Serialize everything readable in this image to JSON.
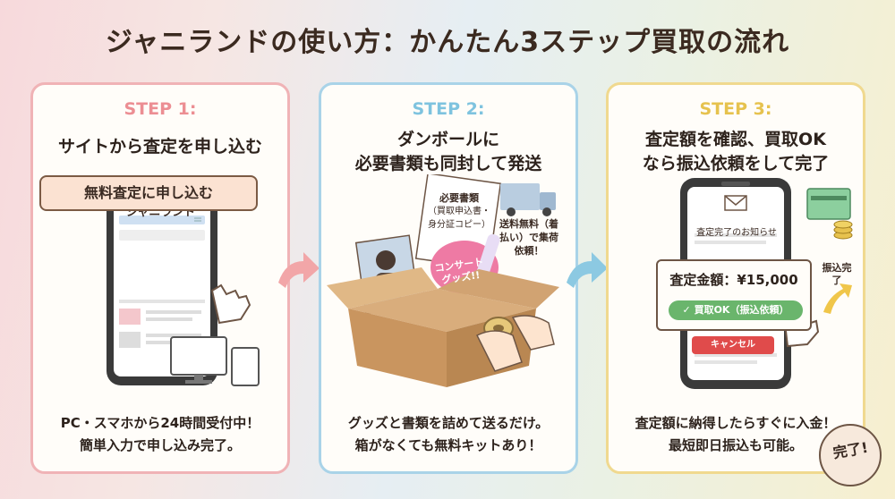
{
  "title": "ジャニランドの使い方：かんたん3ステップ買取の流れ",
  "steps": [
    {
      "label": "STEP 1:",
      "heading": "サイトから査定を申し込む",
      "footer_line1": "PC・スマホから24時間受付中！",
      "footer_line2": "簡単入力で申し込み完了。",
      "brand": "ジャニランド",
      "button": "無料査定に申し込む"
    },
    {
      "label": "STEP 2:",
      "heading_line1": "ダンボールに",
      "heading_line2": "必要書類も同封して発送",
      "footer_line1": "グッズと書類を詰めて送るだけ。",
      "footer_line2": "箱がなくても無料キットあり！",
      "doc_title": "必要書類",
      "doc_sub": "（買取申込書・身分証コピー）",
      "fan_text": "コンサートグッズ!!",
      "shipping_note": "送料無料（着払い）で集荷依頼！"
    },
    {
      "label": "STEP 3:",
      "heading_line1": "査定額を確認、買取OK",
      "heading_line2": "なら振込依頼をして完了",
      "footer_line1": "査定額に納得したらすぐに入金！",
      "footer_line2": "最短即日振込も可能。",
      "notice": "査定完了のお知らせ",
      "amount": "査定金額：¥15,000",
      "approve": "✓ 買取OK（振込依頼）",
      "cancel": "キャンセル",
      "transfer_done": "振込完了"
    }
  ],
  "badge": "完了!",
  "colors": {
    "step1": "#ec8e93",
    "step2": "#7ec3df",
    "step3": "#e6c24e"
  }
}
